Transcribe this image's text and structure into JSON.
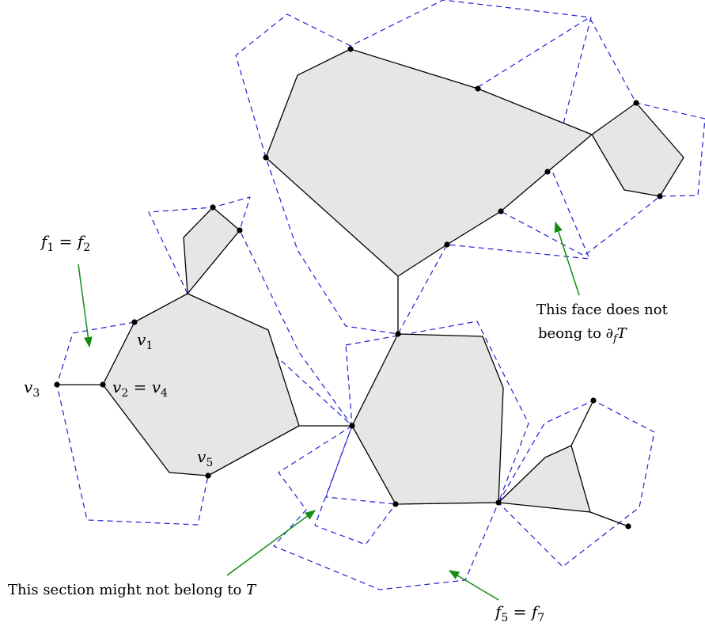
{
  "labels": {
    "f1_eq_f2": {
      "f": "f",
      "s1": "1",
      "eq": " = ",
      "f2": "f",
      "s2": "2"
    },
    "v1": {
      "v": "v",
      "s": "1"
    },
    "v2_eq_v4": {
      "v": "v",
      "s1": "2",
      "eq": " = ",
      "v2": "v",
      "s2": "4"
    },
    "v3": {
      "v": "v",
      "s": "3"
    },
    "v5": {
      "v": "v",
      "s": "5"
    },
    "f5_eq_f7": {
      "f": "f",
      "s1": "5",
      "eq": " = ",
      "f2": "f",
      "s2": "7"
    }
  },
  "annotations": {
    "face_note_line1": "This face does not",
    "face_note_line2_prefix": "beong to ∂",
    "face_note_sub": "f",
    "face_note_T": "T",
    "section_note_prefix": "This section might not belong to ",
    "section_note_T": "T"
  },
  "colors": {
    "face_fill": "#e6e6e6",
    "dashed_boundary": "#1f1fd6",
    "arrow": "#148c14",
    "edge": "#000000"
  }
}
